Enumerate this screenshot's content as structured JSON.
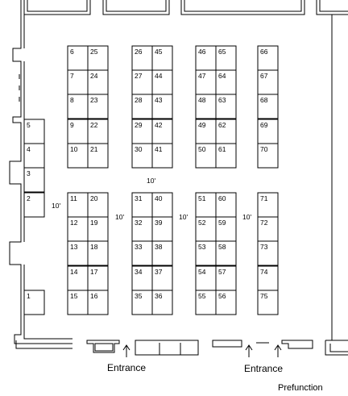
{
  "booths": [
    "1",
    "2",
    "3",
    "4",
    "5",
    "6",
    "7",
    "8",
    "9",
    "10",
    "11",
    "12",
    "13",
    "14",
    "15",
    "16",
    "17",
    "18",
    "19",
    "20",
    "21",
    "22",
    "23",
    "24",
    "25",
    "26",
    "27",
    "28",
    "29",
    "30",
    "31",
    "32",
    "33",
    "34",
    "35",
    "36",
    "37",
    "38",
    "39",
    "40",
    "41",
    "42",
    "43",
    "44",
    "45",
    "46",
    "47",
    "48",
    "49",
    "50",
    "51",
    "52",
    "53",
    "54",
    "55",
    "56",
    "57",
    "58",
    "59",
    "60",
    "61",
    "62",
    "63",
    "64",
    "65",
    "66",
    "67",
    "68",
    "69",
    "70",
    "71",
    "72",
    "73",
    "74",
    "75"
  ],
  "aisle_labels": {
    "left": "10'",
    "aisle_1": "10'",
    "aisle_2": "10'",
    "aisle_3": "10'",
    "center": "10'"
  },
  "entrances": {
    "left": "Entrance",
    "right": "Entrance"
  },
  "prefunction_label": "Prefunction"
}
